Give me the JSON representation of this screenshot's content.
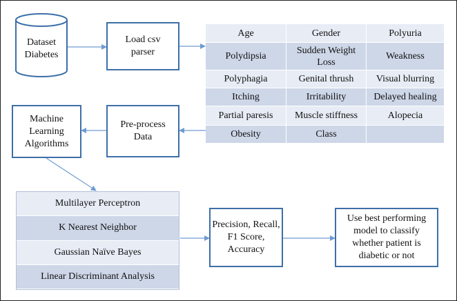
{
  "dataset_node": {
    "lines": [
      "Dataset",
      "Diabetes"
    ]
  },
  "load_node": {
    "lines": [
      "Load csv",
      "parser"
    ]
  },
  "attributes": {
    "rows": [
      [
        "Age",
        "Gender",
        "Polyuria"
      ],
      [
        "Polydipsia",
        "Sudden Weight\nLoss",
        "Weakness"
      ],
      [
        "Polyphagia",
        "Genital thrush",
        "Visual blurring"
      ],
      [
        "Itching",
        "Irritability",
        "Delayed healing"
      ],
      [
        "Partial paresis",
        "Muscle stiffness",
        "Alopecia"
      ],
      [
        "Obesity",
        "Class",
        ""
      ]
    ]
  },
  "preprocess_node": {
    "lines": [
      "Pre-process",
      "Data"
    ]
  },
  "ml_node": {
    "lines": [
      "Machine",
      "Learning",
      "Algorithms"
    ]
  },
  "models": {
    "items": [
      "Multilayer Perceptron",
      "K Nearest Neighbor",
      "Gaussian Naïve Bayes",
      "Linear Discriminant Analysis"
    ]
  },
  "metrics_node": {
    "lines": [
      "Precision, Recall,",
      "F1 Score,",
      "Accuracy"
    ]
  },
  "result_node": {
    "lines": [
      "Use best performing",
      "model to classify",
      "whether patient is",
      "diabetic or not"
    ]
  },
  "colors": {
    "border": "#3d6fa8",
    "row_light": "#e7ecf5",
    "row_dark": "#ced7e8",
    "connector": "#6f9bd1"
  }
}
